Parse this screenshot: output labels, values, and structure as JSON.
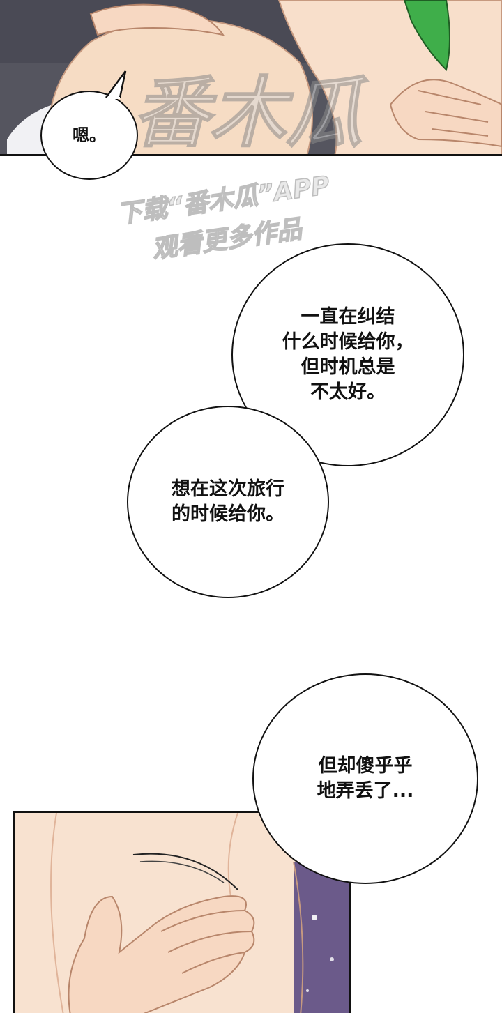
{
  "bubbles": [
    {
      "text": "嗯。"
    },
    {
      "text": "一直在纠结\n什么时候给你，\n但时机总是\n不太好。"
    },
    {
      "text": "想在这次旅行\n的时候给你。"
    },
    {
      "text": "但却傻乎乎\n地弄丢了..."
    }
  ],
  "watermark": {
    "brand": "番木瓜",
    "line1": "下载“番木瓜”APP",
    "line2": "观看更多作品"
  },
  "colors": {
    "skin": "#f6dcc4",
    "panel_bg": "#5a5a66",
    "green": "#3fae4a",
    "outline": "#111111",
    "sparkle_bg": "#6b5a8a"
  }
}
